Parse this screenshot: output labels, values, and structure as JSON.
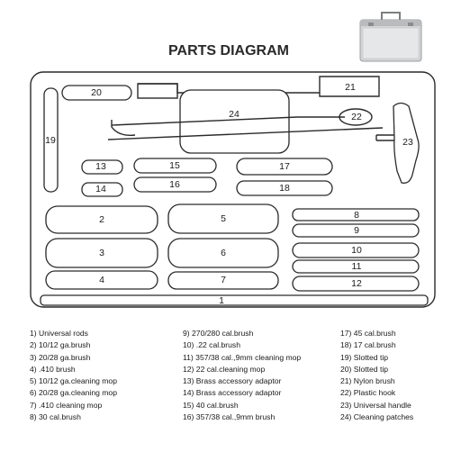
{
  "title": "PARTS DIAGRAM",
  "slot_labels": {
    "s1": "1",
    "s2": "2",
    "s3": "3",
    "s4": "4",
    "s5": "5",
    "s6": "6",
    "s7": "7",
    "s8": "8",
    "s9": "9",
    "s10": "10",
    "s11": "11",
    "s12": "12",
    "s13": "13",
    "s14": "14",
    "s15": "15",
    "s16": "16",
    "s17": "17",
    "s18": "18",
    "s19": "19",
    "s20": "20",
    "s21": "21",
    "s22": "22",
    "s23": "23",
    "s24": "24"
  },
  "legend": {
    "col1": [
      "1) Universal rods",
      "2) 10/12 ga.brush",
      "3) 20/28 ga.brush",
      "4) .410 brush",
      "5) 10/12 ga.cleaning mop",
      "6) 20/28 ga.cleaning mop",
      "7) .410 cleaning mop",
      "8) 30 cal.brush"
    ],
    "col2": [
      "9) 270/280 cal.brush",
      "10) .22 cal.brush",
      "11) 357/38 cal.,9mm cleaning mop",
      "12) 22 cal.cleaning mop",
      "13) Brass accessory adaptor",
      "14) Brass accessory adaptor",
      "15) 40 cal.brush",
      "16) 357/38 cal.,9mm brush"
    ],
    "col3": [
      "17) 45 cal.brush",
      "18) 17 cal.brush",
      "19) Slotted tip",
      "20) Slotted tip",
      "21) Nylon brush",
      "22) Plastic hook",
      "23) Universal handle",
      "24) Cleaning patches"
    ]
  }
}
